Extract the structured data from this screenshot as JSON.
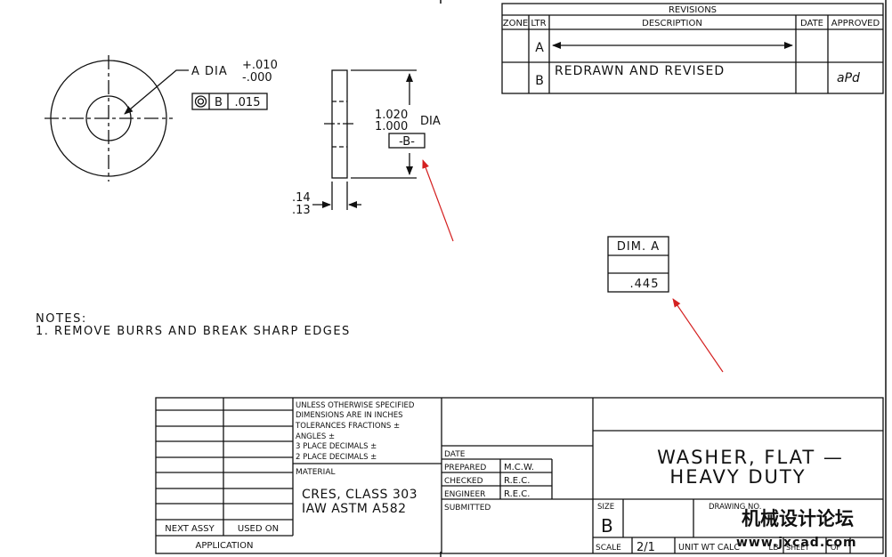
{
  "revisions": {
    "title": "REVISIONS",
    "headers": {
      "zone": "ZONE",
      "ltr": "LTR",
      "description": "DESCRIPTION",
      "date": "DATE",
      "approved": "APPROVED"
    },
    "rows": [
      {
        "ltr": "A",
        "description": "",
        "date": "",
        "approved": ""
      },
      {
        "ltr": "B",
        "description": "REDRAWN AND REVISED",
        "date": "",
        "approved": "aPd"
      }
    ]
  },
  "front_view": {
    "dia_label": "A DIA",
    "tol_plus": "+.010",
    "tol_minus": "-.000",
    "fcf_datum": "B",
    "fcf_tol": ".015"
  },
  "side_view": {
    "od_upper": "1.020",
    "od_lower": "1.000",
    "od_suffix": "DIA",
    "datum": "-B-",
    "thk_upper": ".14",
    "thk_lower": ".13"
  },
  "dim_table": {
    "header": "DIM. A",
    "value": ".445"
  },
  "notes": {
    "title": "NOTES:",
    "items": [
      "1. REMOVE BURRS AND BREAK SHARP EDGES"
    ]
  },
  "title_block": {
    "spec_lines": [
      "UNLESS OTHERWISE SPECIFIED",
      "DIMENSIONS ARE IN INCHES",
      "TOLERANCES FRACTIONS ±",
      "ANGLES ±",
      "3 PLACE DECIMALS ±",
      "2 PLACE DECIMALS ±"
    ],
    "material_label": "MATERIAL",
    "material": [
      "CRES, CLASS 303",
      "IAW ASTM A582"
    ],
    "next_assy": "NEXT ASSY",
    "used_on": "USED ON",
    "application": "APPLICATION",
    "date_label": "DATE",
    "signoffs": [
      {
        "role": "PREPARED",
        "name": "M.C.W."
      },
      {
        "role": "CHECKED",
        "name": "R.E.C."
      },
      {
        "role": "ENGINEER",
        "name": "R.E.C."
      },
      {
        "role": "SUBMITTED",
        "name": ""
      }
    ],
    "title_lines": [
      "WASHER, FLAT —",
      "HEAVY DUTY"
    ],
    "size_label": "SIZE",
    "size": "B",
    "drawing_no_label": "DRAWING NO.",
    "scale_label": "SCALE",
    "scale": "2/1",
    "unit_wt_label": "UNIT WT CALC",
    "lb": "LB",
    "sheet_label": "SHEET",
    "of_label": "OF"
  },
  "watermark": {
    "cn": "机械设计论坛",
    "url": "www.jxcad.com"
  },
  "colors": {
    "ink": "#111111",
    "annotation_arrow": "#d42020"
  }
}
